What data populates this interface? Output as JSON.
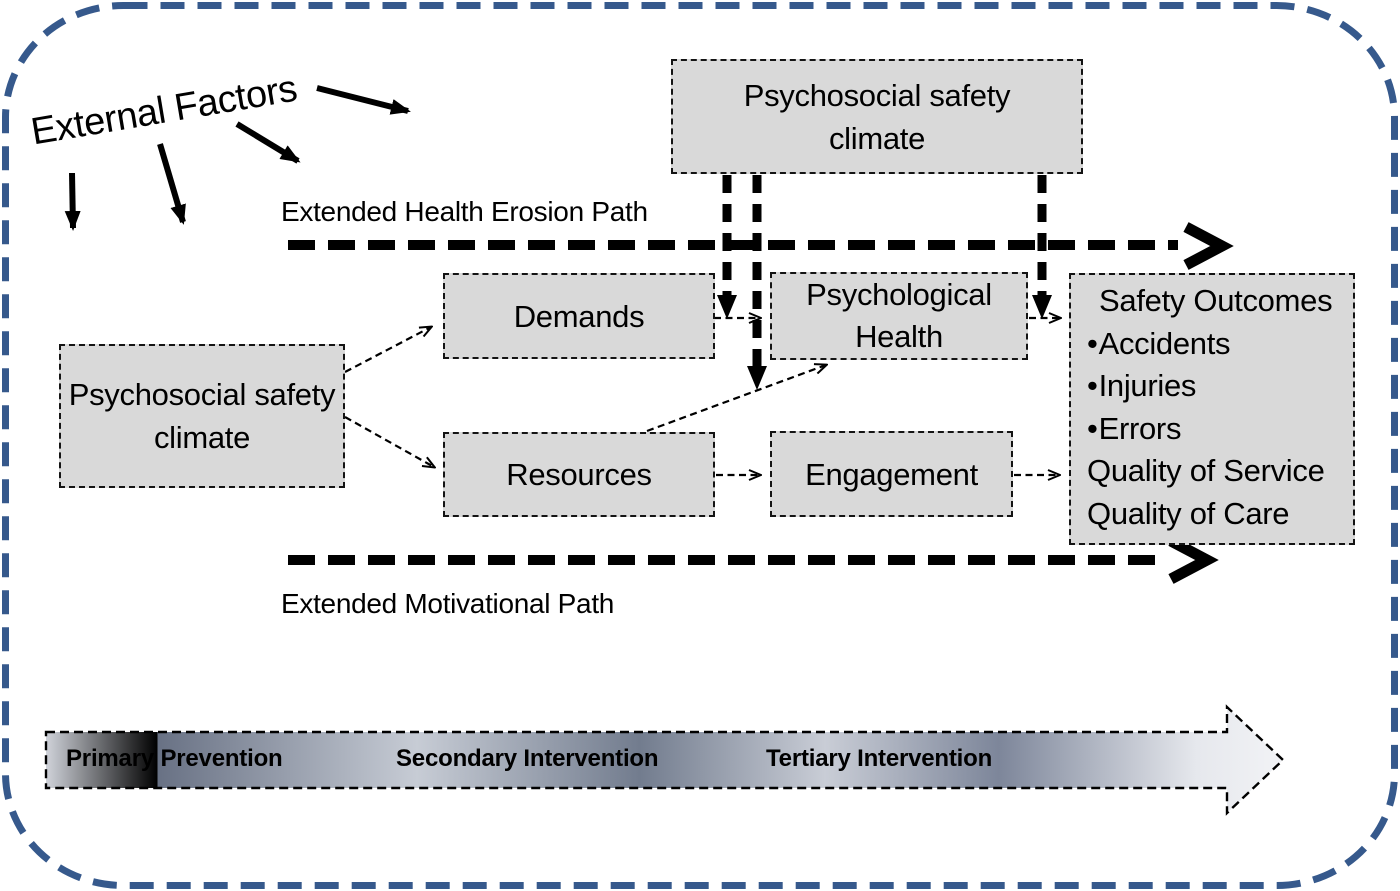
{
  "diagram": {
    "external_factors_label": "External Factors",
    "paths": {
      "health_erosion_label": "Extended Health Erosion Path",
      "motivational_label": "Extended Motivational Path"
    },
    "boxes": {
      "psc_top": {
        "line1": "Psychosocial safety",
        "line2": "climate"
      },
      "psc_left": {
        "line1": "Psychosocial safety",
        "line2": "climate"
      },
      "demands": {
        "label": "Demands"
      },
      "psych_health": {
        "line1": "Psychological",
        "line2": "Health"
      },
      "resources": {
        "label": "Resources"
      },
      "engagement": {
        "label": "Engagement"
      },
      "safety_outcomes": {
        "title": "Safety Outcomes",
        "bullets": [
          "Accidents",
          "Injuries",
          "Errors"
        ],
        "extras": [
          "Quality of Service",
          "Quality of Care"
        ]
      }
    },
    "timeline": {
      "stages": [
        "Primary Prevention",
        "Secondary Intervention",
        "Tertiary Intervention"
      ]
    },
    "colors": {
      "outer_border_blue": "#36598C",
      "box_fill_gray": "#D9D9D9",
      "arrow_black": "#000000",
      "timeline_dark_slate": "#6A7386",
      "timeline_light": "#D0D3DA"
    }
  }
}
